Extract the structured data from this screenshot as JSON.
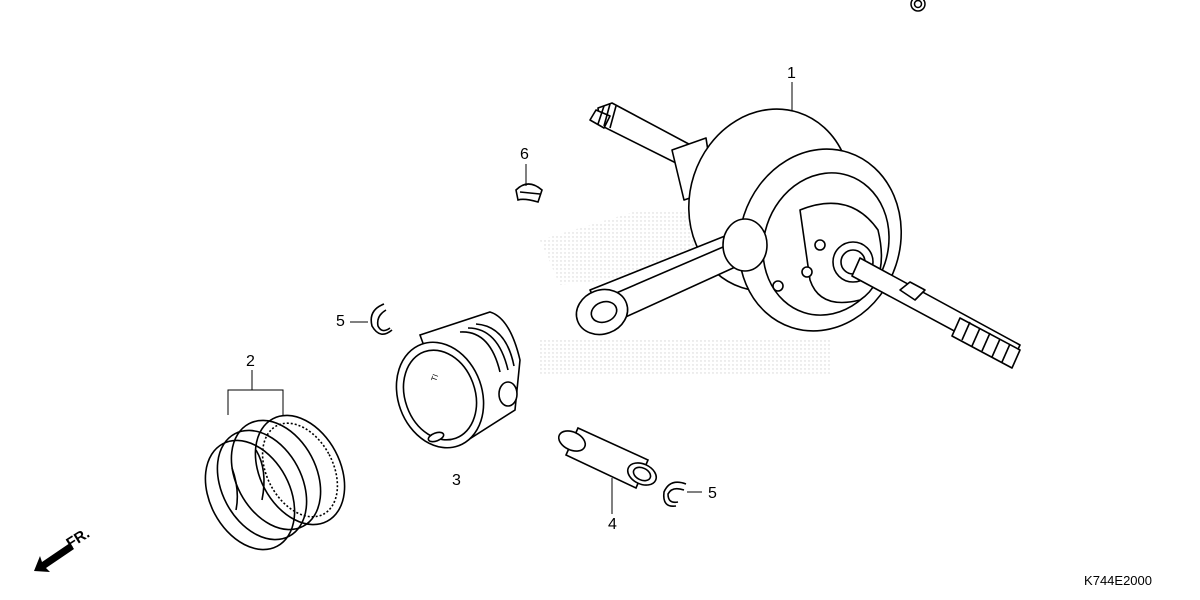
{
  "diagram": {
    "code": "K744E2000",
    "direction_label": "FR.",
    "callouts": [
      {
        "id": "1",
        "text": "1"
      },
      {
        "id": "2",
        "text": "2"
      },
      {
        "id": "3",
        "text": "3"
      },
      {
        "id": "4",
        "text": "4"
      },
      {
        "id": "5a",
        "text": "5"
      },
      {
        "id": "5b",
        "text": "5"
      },
      {
        "id": "6",
        "text": "6"
      }
    ]
  }
}
